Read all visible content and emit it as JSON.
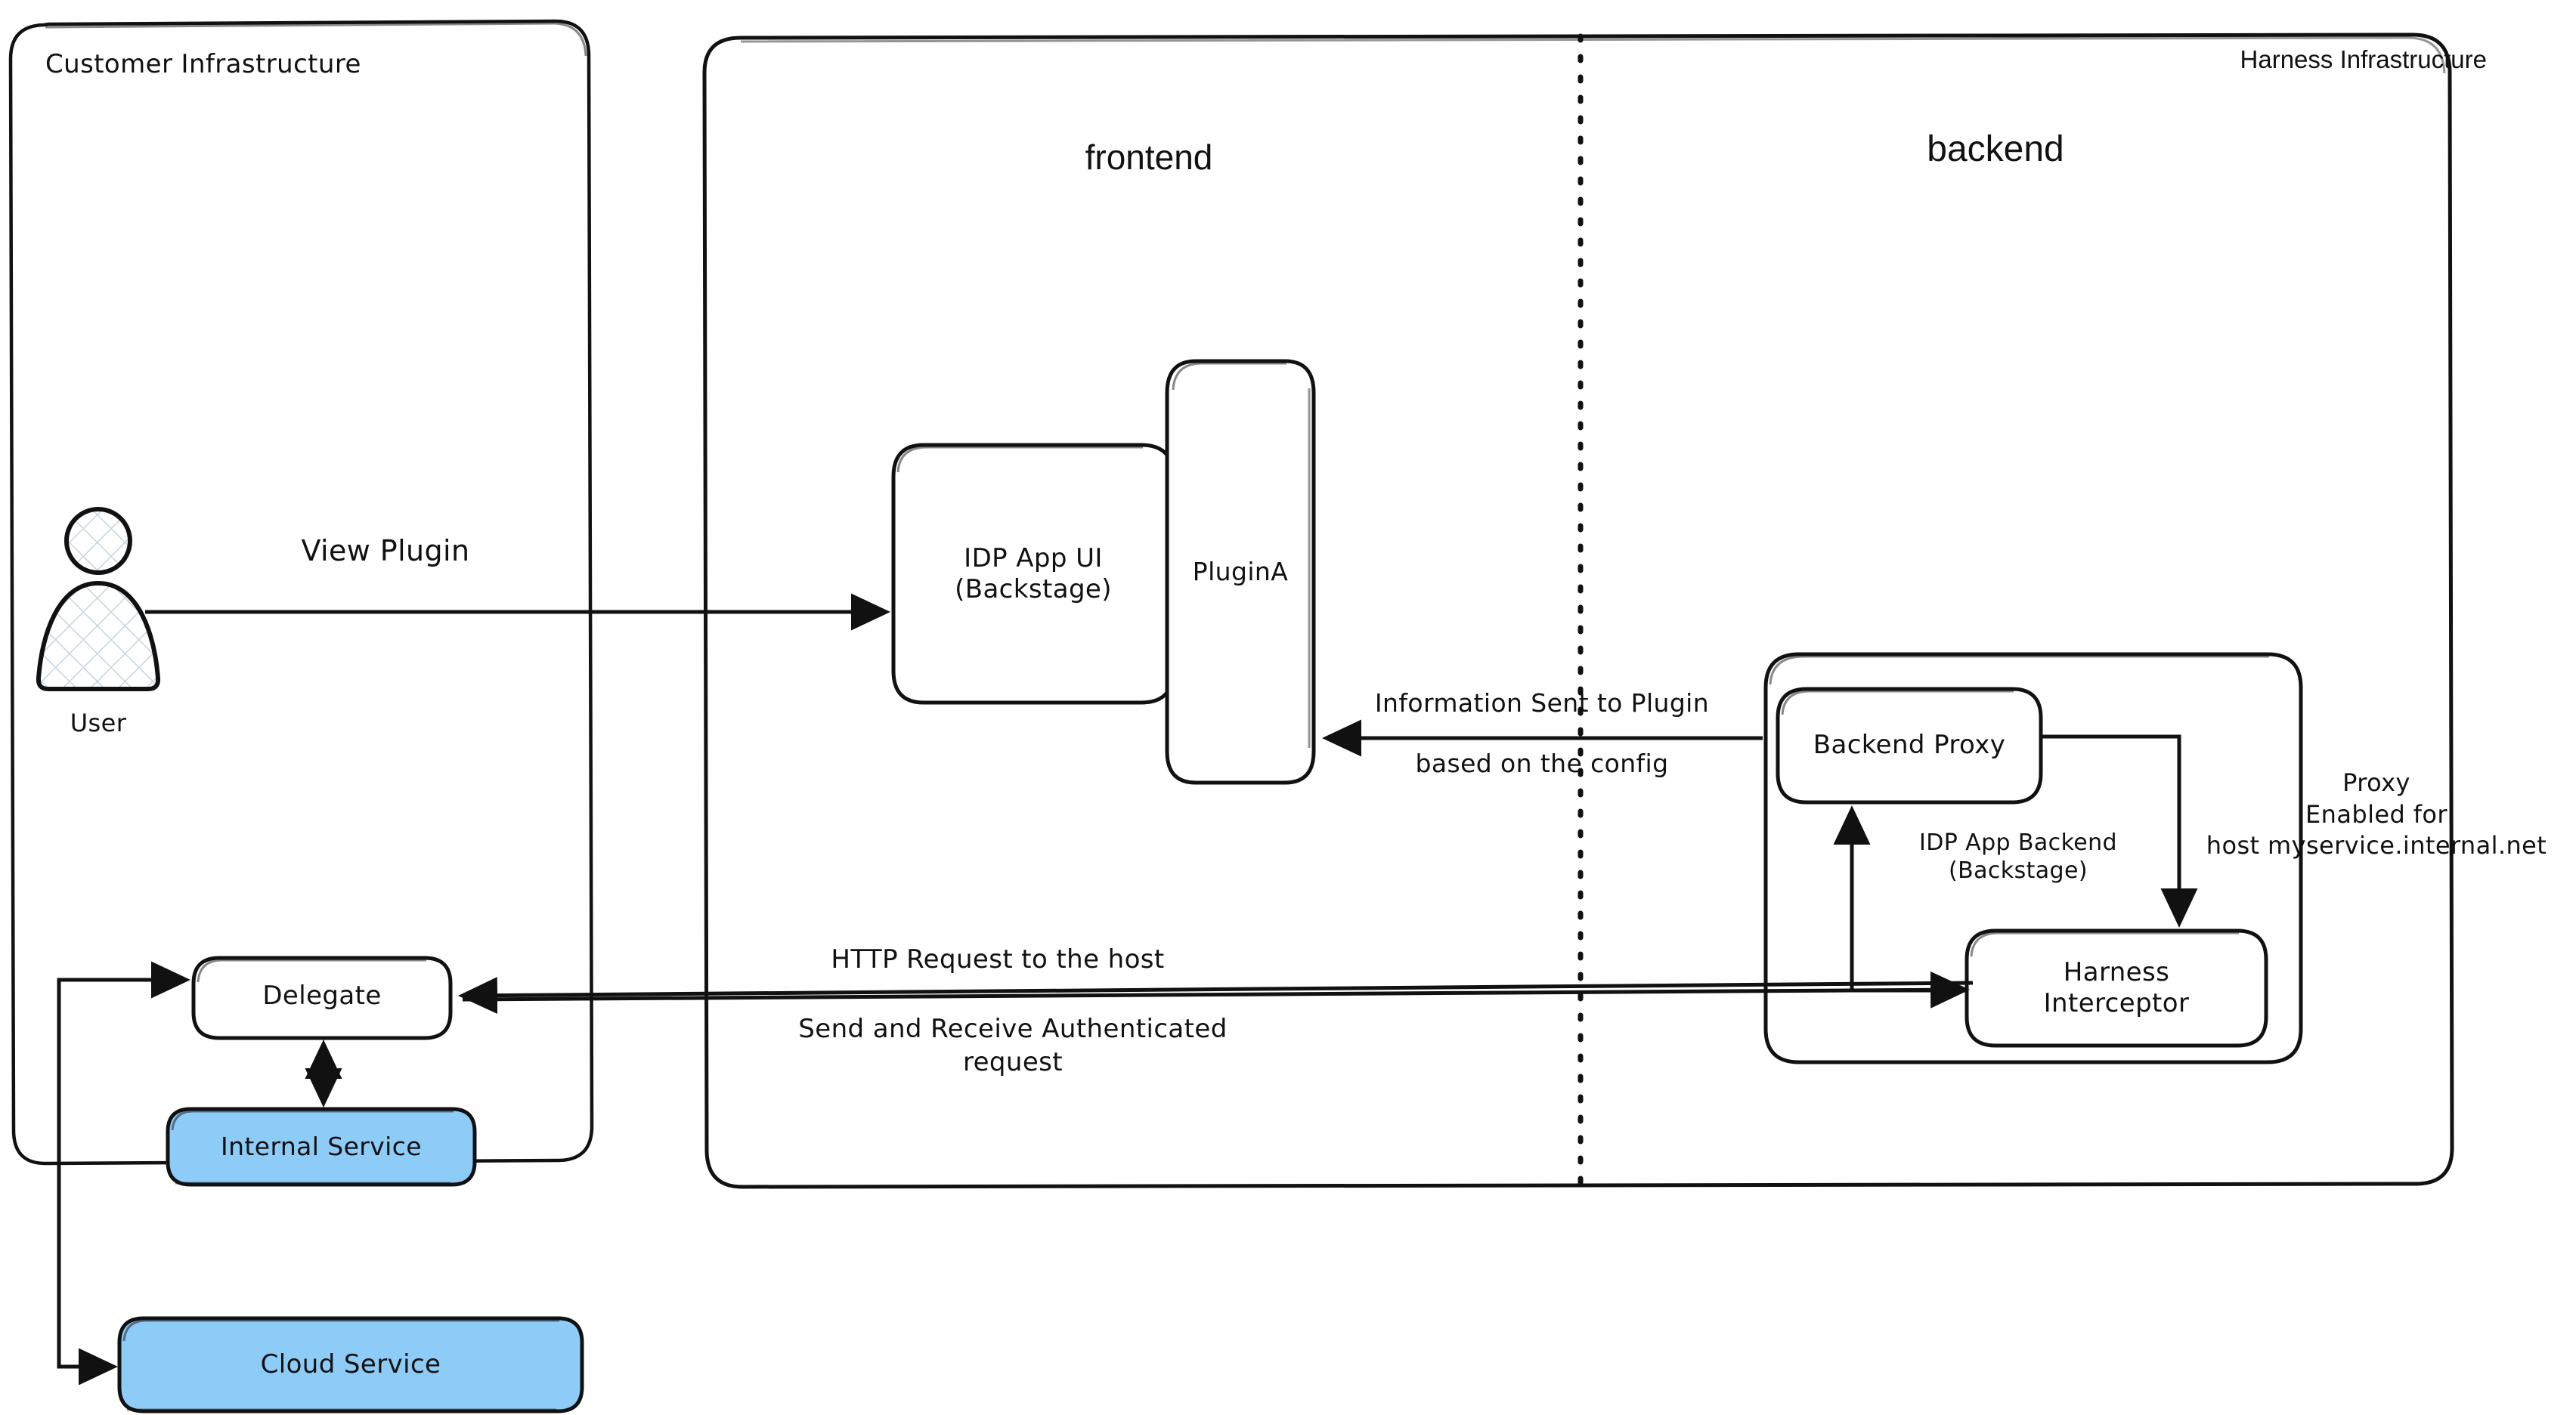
{
  "diagram": {
    "title": "Harness IDP Plugin Proxy Architecture",
    "background": "#ffffff",
    "stroke": "#111111",
    "accent_fill": "#8ECCF8"
  },
  "containers": [
    {
      "id": "customer-infrastructure",
      "label": "Customer Infrastructure",
      "font": "hand"
    },
    {
      "id": "harness-infrastructure",
      "label": "Harness Infrastructure",
      "font": "sans"
    },
    {
      "id": "idp-app-backend",
      "label": "IDP App Backend\n(Backstage)",
      "font": "hand"
    }
  ],
  "zones": [
    {
      "id": "frontend",
      "label": "frontend"
    },
    {
      "id": "backend",
      "label": "backend"
    }
  ],
  "nodes": [
    {
      "id": "user",
      "label": "User",
      "shape": "actor",
      "fill": "hatch"
    },
    {
      "id": "idp-app-ui",
      "label": "IDP App UI\n(Backstage)",
      "shape": "rounded-rect",
      "fill": "#ffffff"
    },
    {
      "id": "plugin-a",
      "label": "PluginA",
      "shape": "rounded-rect-tall",
      "fill": "#ffffff"
    },
    {
      "id": "backend-proxy",
      "label": "Backend Proxy",
      "shape": "rounded-rect",
      "fill": "#ffffff"
    },
    {
      "id": "harness-interceptor",
      "label": "Harness\nInterceptor",
      "shape": "rounded-rect",
      "fill": "#ffffff"
    },
    {
      "id": "delegate",
      "label": "Delegate",
      "shape": "rounded-rect",
      "fill": "#ffffff"
    },
    {
      "id": "internal-service",
      "label": "Internal Service",
      "shape": "rounded-rect",
      "fill": "#8ECCF8"
    },
    {
      "id": "cloud-service",
      "label": "Cloud Service",
      "shape": "rounded-rect",
      "fill": "#8ECCF8"
    }
  ],
  "edges": [
    {
      "id": "user-to-ui",
      "label": "View Plugin",
      "from": "user",
      "to": "idp-app-ui",
      "arrow": "end"
    },
    {
      "id": "proxy-to-plugin",
      "label_top": "Information Sent to Plugin",
      "label_bottom": "based on the config",
      "from": "backend-proxy",
      "to": "plugin-a",
      "arrow": "end"
    },
    {
      "id": "proxy-to-interceptor",
      "label_lines": [
        "Proxy",
        "Enabled for",
        "host myservice.internal.net"
      ],
      "from": "backend-proxy",
      "to": "harness-interceptor",
      "arrow": "end"
    },
    {
      "id": "interceptor-to-proxy",
      "label": "",
      "from": "harness-interceptor",
      "to": "backend-proxy",
      "arrow": "end"
    },
    {
      "id": "interceptor-to-delegate",
      "label_top": "HTTP Request to the host",
      "label_bottom": "Send and Receive Authenticated\nrequest",
      "from": "harness-interceptor",
      "to": "delegate",
      "arrow": "both"
    },
    {
      "id": "delegate-to-internal-service",
      "label": "",
      "from": "delegate",
      "to": "internal-service",
      "arrow": "both"
    },
    {
      "id": "delegate-to-cloud-service",
      "label": "",
      "from": "delegate",
      "to": "cloud-service",
      "arrow": "both"
    }
  ],
  "edge_labels": {
    "view_plugin": "View Plugin",
    "information_sent_top": "Information Sent to Plugin",
    "information_sent_bottom": "based on the config",
    "http_request": "HTTP Request to the host",
    "send_receive_line1": "Send and Receive Authenticated",
    "send_receive_line2": "request",
    "proxy_line1": "Proxy",
    "proxy_line2": "Enabled for",
    "proxy_line3": "host myservice.internal.net"
  },
  "node_labels": {
    "customer_infrastructure": "Customer Infrastructure",
    "harness_infrastructure": "Harness Infrastructure",
    "frontend": "frontend",
    "backend": "backend",
    "user": "User",
    "idp_app_ui_line1": "IDP App UI",
    "idp_app_ui_line2": "(Backstage)",
    "plugin_a": "PluginA",
    "backend_proxy": "Backend Proxy",
    "idp_app_backend_line1": "IDP App Backend",
    "idp_app_backend_line2": "(Backstage)",
    "harness_interceptor_line1": "Harness",
    "harness_interceptor_line2": "Interceptor",
    "delegate": "Delegate",
    "internal_service": "Internal Service",
    "cloud_service": "Cloud Service"
  }
}
